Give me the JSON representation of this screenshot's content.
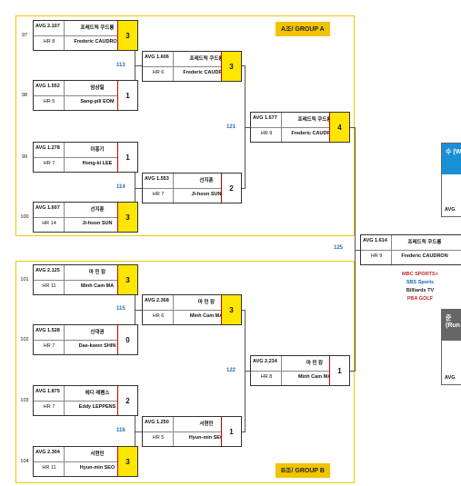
{
  "groups": {
    "a_label": "A조/ GROUP A",
    "b_label": "B조/ GROUP B"
  },
  "round1": [
    {
      "seed": "97",
      "avg": "AVG 2.107",
      "hr": "HR 8",
      "ko": "프레드릭 쿠드롱",
      "en": "Frederic CAUDRON",
      "score": "3",
      "win": true
    },
    {
      "seed": "98",
      "avg": "AVG 1.552",
      "hr": "HR 5",
      "ko": "엄상필",
      "en": "Sang-pill EOM",
      "score": "1",
      "win": false
    },
    {
      "seed": "99",
      "avg": "AVG 1.278",
      "hr": "HR 7",
      "ko": "이홍기",
      "en": "Hong-ki LEE",
      "score": "1",
      "win": false
    },
    {
      "seed": "100",
      "avg": "AVG 1.607",
      "hr": "HR 14",
      "ko": "선지훈",
      "en": "Ji-hoon SUN",
      "score": "3",
      "win": true
    },
    {
      "seed": "101",
      "avg": "AVG 2.125",
      "hr": "HR 11",
      "ko": "마 민 캄",
      "en": "Minh Cam MA",
      "score": "3",
      "win": true
    },
    {
      "seed": "102",
      "avg": "AVG 1.528",
      "hr": "HR 7",
      "ko": "신대권",
      "en": "Dae-kwon SHIN",
      "score": "0",
      "win": false
    },
    {
      "seed": "103",
      "avg": "AVG 1.875",
      "hr": "HR 7",
      "ko": "에디 레펜스",
      "en": "Eddy LEPPENS",
      "score": "2",
      "win": false
    },
    {
      "seed": "104",
      "avg": "AVG 2.304",
      "hr": "HR 11",
      "ko": "서현민",
      "en": "Hyun-min SEO",
      "score": "3",
      "win": true
    }
  ],
  "round2": [
    {
      "match": "113",
      "avg": "AVG 1.606",
      "hr": "HR 6",
      "ko": "프레드릭 쿠드롱",
      "en": "Frederic CAUDRON",
      "score": "3",
      "win": true
    },
    {
      "match": "114",
      "avg": "AVG 1.553",
      "hr": "HR 7",
      "ko": "선지훈",
      "en": "Ji-hoon SUN",
      "score": "2",
      "win": false
    },
    {
      "match": "115",
      "avg": "AVG 2.368",
      "hr": "HR 6",
      "ko": "마 민 캄",
      "en": "Minh Cam MA",
      "score": "3",
      "win": true
    },
    {
      "match": "116",
      "avg": "AVG 1.250",
      "hr": "HR 5",
      "ko": "서현민",
      "en": "Hyun-min SEO",
      "score": "1",
      "win": false
    }
  ],
  "round3": [
    {
      "match": "121",
      "avg": "AVG 1.677",
      "hr": "HR 9",
      "ko": "프레드릭 쿠드롱",
      "en": "Frederic CAUDRON",
      "score": "4",
      "win": true
    },
    {
      "match": "122",
      "avg": "AVG 2.234",
      "hr": "HR 8",
      "ko": "마 민 캄",
      "en": "Minh Cam MA",
      "score": "1",
      "win": false
    }
  ],
  "final": {
    "match": "125",
    "avg": "AVG 1.614",
    "hr": "HR 9",
    "ko": "프레드릭 쿠드롱",
    "en": "Frederic CAUDRON"
  },
  "side": {
    "winner_head": "수 (Wi",
    "winner_avg": "AVG",
    "runner_head": "준 (Run",
    "runner_avg": "AVG",
    "color_winner": "#1a8fd6",
    "color_runner": "#666666"
  },
  "sponsors": [
    "MBC SPORTS+",
    "SBS Sports",
    "Billiards TV",
    "PBA GOLF"
  ],
  "colors": {
    "gold": "#f2c400",
    "winner_fill": "#ffe600",
    "match_blue": "#2b6cb0"
  }
}
